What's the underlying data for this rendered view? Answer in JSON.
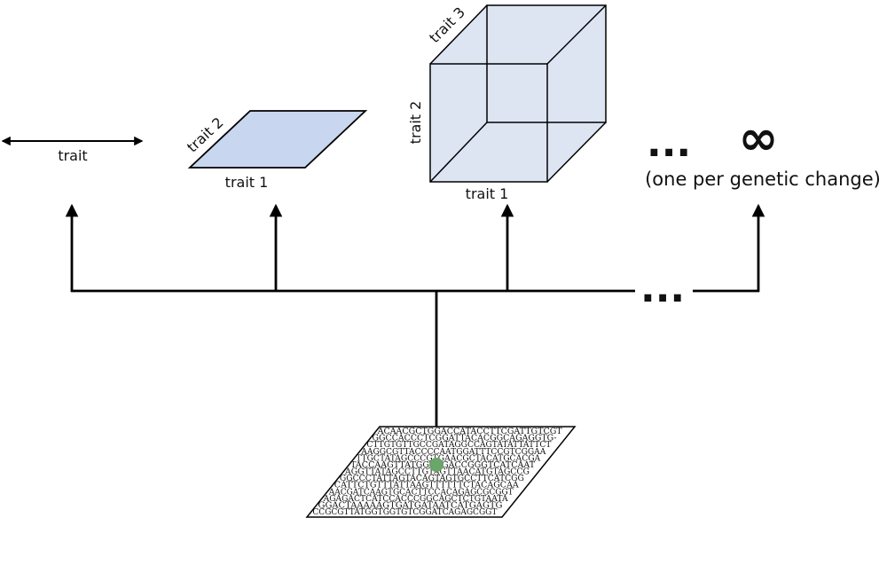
{
  "spaces": {
    "one_d": {
      "label": "trait"
    },
    "two_d": {
      "x_label": "trait 1",
      "y_label": "trait 2",
      "fill": "#c9d6ef"
    },
    "three_d": {
      "x_label": "trait 1",
      "y_label": "trait 2",
      "z_label": "trait 3",
      "fill": "#dde5f3"
    },
    "infinite": {
      "ellipsis": "...",
      "symbol": "∞",
      "caption": "(one per genetic change)"
    }
  },
  "tree": {
    "ellipsis": "..."
  },
  "genome": {
    "mutation_color": "#6aa56a",
    "lines": [
      "ACAACGCTGGACCATACCTTCGATTGTCGT",
      "GGCCACCCTCGGATTACACGGCAGAGGTG-",
      "CTTGTGTTGCCGATAGGCCAGTATATTATTCT",
      "AAGGCGTTACCCCAATGGATTTCCGTCGGAA",
      "TTGCTATAGCCCGTGAACGCTACATGCACGA",
      "TACCAAGTTATGGTGGACCGGGTCATCAAT",
      "AGGTTATAGCCTTGTAGTTAACATGTAGCCG",
      "GGCCCTATTAGTACAGTAGTGCCTTCATCGG",
      "CATTCTGTTTATTAAGTTTTTTCTACAGCAA",
      "AACGATCAAGTGCACTTCCACAGAGCGCGGT",
      "AGAGACTCATCCACCCGGCAGCTCTGTAATA",
      "GGACTAAAAAGTGATGATAATCATGAGTG",
      "CCGCGTTATGGTGGTGTCGGATCAGAGCGGT"
    ]
  }
}
